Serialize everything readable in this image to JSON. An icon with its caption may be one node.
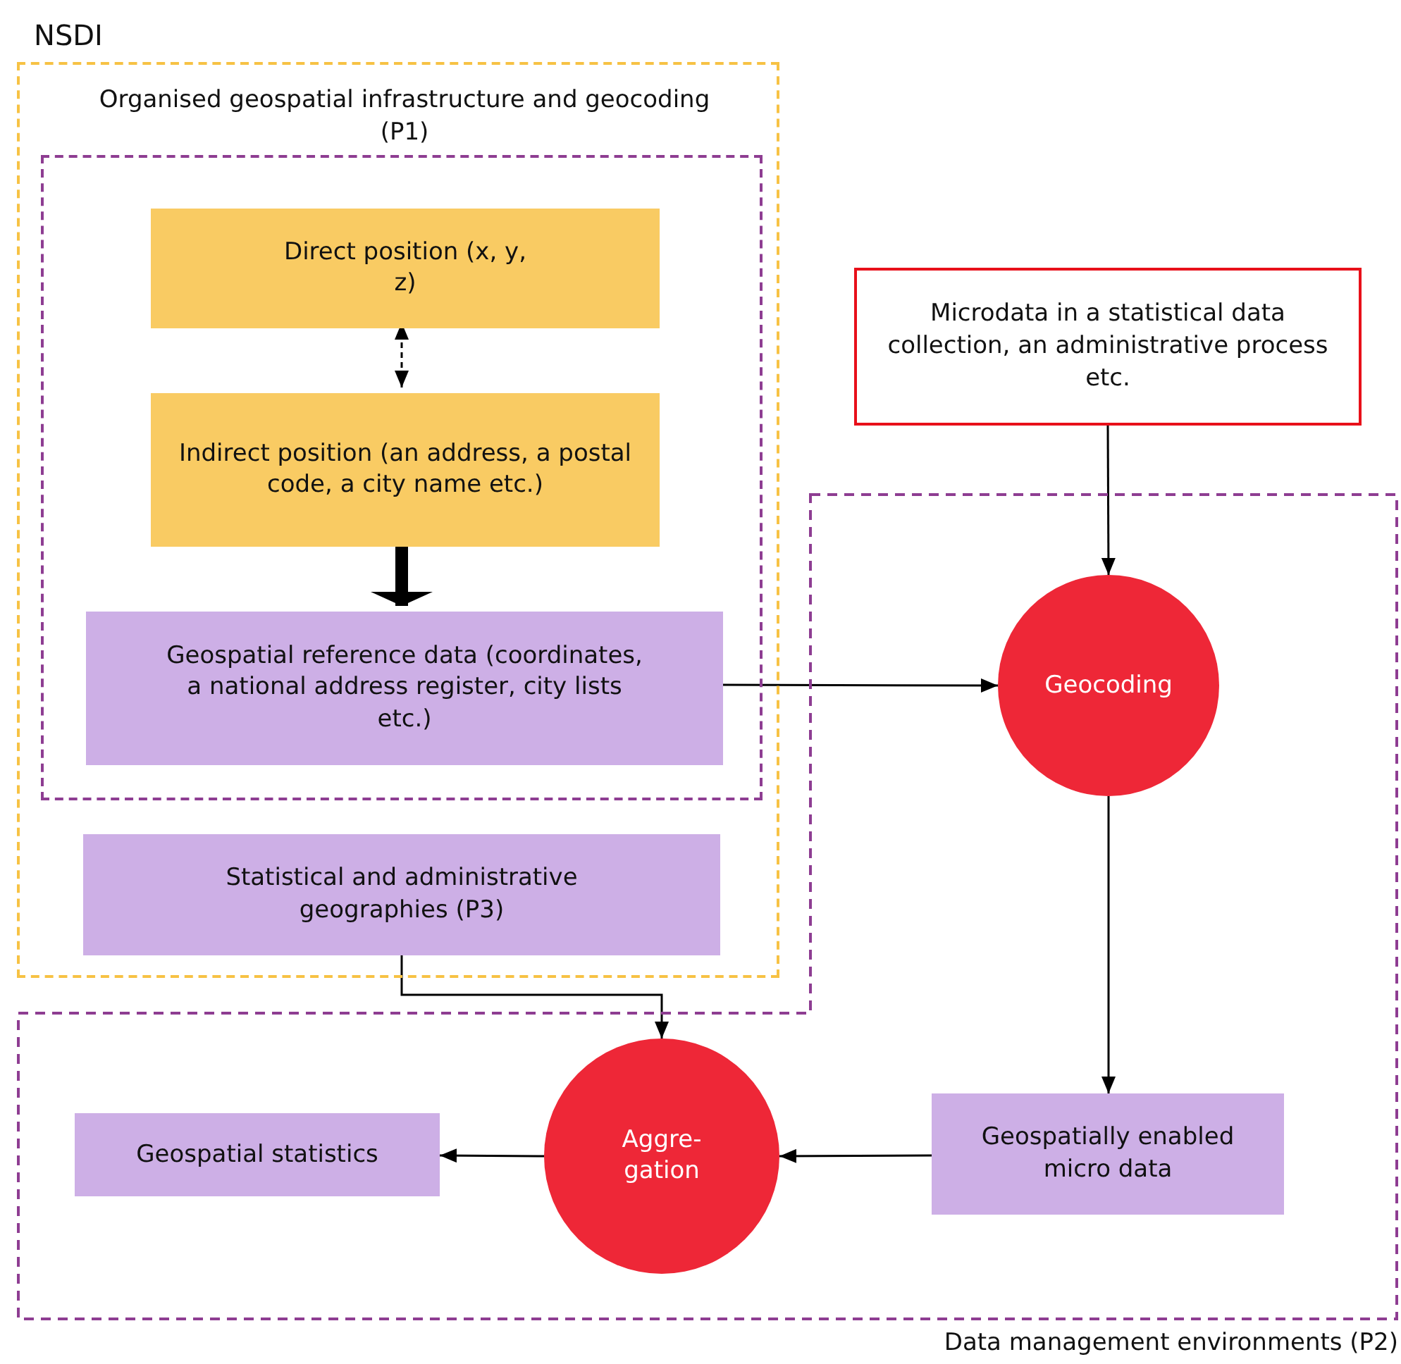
{
  "diagram": {
    "nodes": [
      {
        "text": [
          "NSDI"
        ]
      },
      {
        "text": [
          "Organised geospatial infrastructure and geocoding (P1)"
        ],
        "in": 0
      },
      {
        "text": [
          "Direct position (x, y, z)"
        ],
        "in": 1
      },
      {
        "text": [
          "Indirect position (an address, a postal code, a city name etc.)"
        ],
        "in": 1
      },
      {
        "text": [
          "Geospatial reference data (coordinates, a national address register, city lists etc.)"
        ],
        "in": 1
      },
      {
        "text": [
          "Statistical and administrative geographies (P3)"
        ],
        "in": 0
      },
      {
        "text": [
          "Microdata in a statistical data collection, an administrative process etc."
        ]
      },
      {
        "text": [
          "Data management environments (P2)"
        ]
      },
      {
        "text": [
          "Geocoding"
        ],
        "in": 7
      },
      {
        "text": [
          "Geospatially enabled micro data"
        ],
        "in": 7
      },
      {
        "text": [
          "Aggre- gation"
        ],
        "in": 7
      },
      {
        "text": [
          "Geospatial statistics"
        ],
        "in": 7
      }
    ],
    "edges": [
      {
        "from": 2,
        "to": 3,
        "arrow": "both",
        "style": "dashed"
      },
      {
        "from": 3,
        "to": 4,
        "arrow": "to",
        "style": "thick"
      },
      {
        "from": 4,
        "to": 8,
        "arrow": "to"
      },
      {
        "from": 6,
        "to": 8,
        "arrow": "to"
      },
      {
        "from": 8,
        "to": 9,
        "arrow": "to"
      },
      {
        "from": 9,
        "to": 10,
        "arrow": "to"
      },
      {
        "from": 10,
        "to": 11,
        "arrow": "to"
      },
      {
        "from": 5,
        "to": 10,
        "arrow": "to"
      }
    ]
  }
}
